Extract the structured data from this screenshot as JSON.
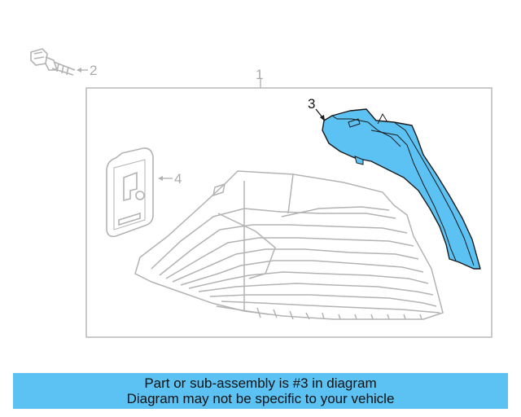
{
  "diagram": {
    "callouts": {
      "c1": "1",
      "c2": "2",
      "c3": "3",
      "c4": "4"
    },
    "colors": {
      "line": "#b3b3b3",
      "highlight_fill": "#5bc2f3",
      "highlight_stroke": "#1a1a1a"
    },
    "highlighted_part": "3"
  },
  "banner": {
    "line1": "Part or sub-assembly is #3 in diagram",
    "line2": "Diagram may not be specific to your vehicle",
    "color": "#5bc2f3"
  }
}
